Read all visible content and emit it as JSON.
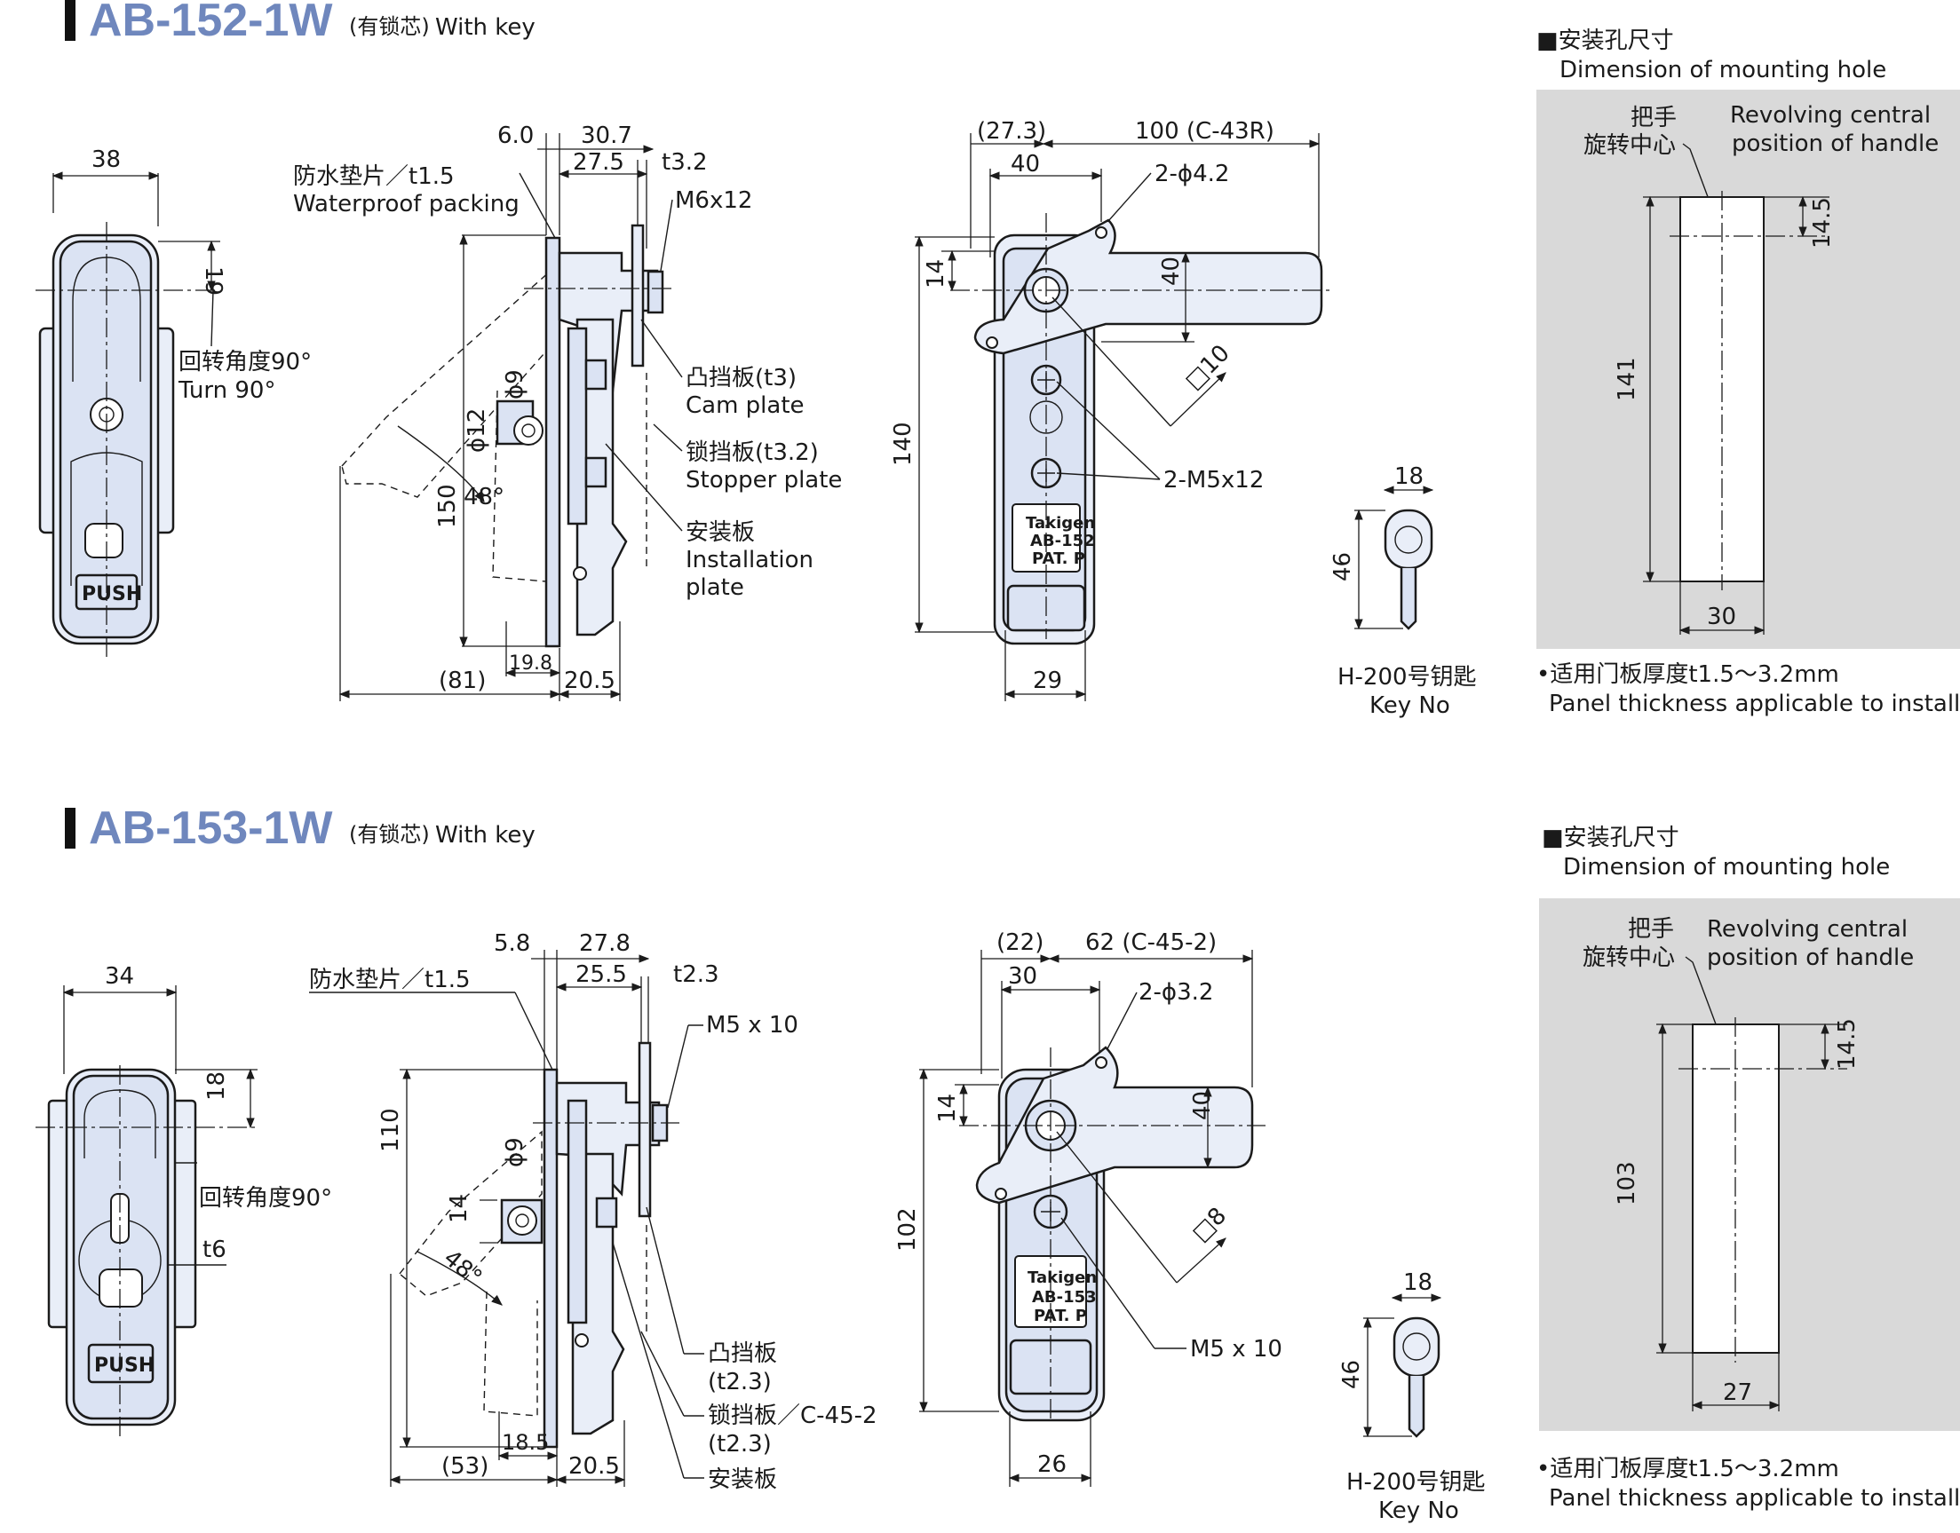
{
  "section1": {
    "model": "AB-152-1W",
    "model_note": "(有锁芯)",
    "with_key": "With key",
    "front": {
      "width": "38",
      "top_offset": "19",
      "turn_cn": "回转角度90°",
      "turn_en": "Turn 90°",
      "push": "PUSH"
    },
    "side": {
      "d1": "6.0",
      "d2": "30.7",
      "d3": "27.5",
      "d4": "t3.2",
      "packing_cn": "防水垫片／t1.5",
      "packing_en": "Waterproof packing",
      "screw": "M6x12",
      "cam_cn": "凸挡板(t3)",
      "cam_en": "Cam plate",
      "stopper_cn": "锁挡板(t3.2)",
      "stopper_en": "Stopper plate",
      "install_cn": "安装板",
      "install_en1": "Installation",
      "install_en2": "plate",
      "phi9": "ϕ9",
      "phi12": "ϕ12",
      "angle": "48°",
      "height": "150",
      "w19": "19.8",
      "w81": "(81)",
      "w20": "20.5"
    },
    "back": {
      "d273": "(27.3)",
      "d100": "100 (C-43R)",
      "d40": "40",
      "holes": "2-ϕ4.2",
      "d14": "14",
      "v40": "40",
      "sq": "□10",
      "screws": "2-M5x12",
      "h140": "140",
      "w29": "29",
      "label_brand": "Takigen",
      "label_model": "AB-152",
      "label_pat": "PAT. P"
    },
    "key": {
      "width": "18",
      "height": "46",
      "no_cn": "H-200号钥匙",
      "no_en": "Key No"
    },
    "mount": {
      "title_cn": "■安装孔尺寸",
      "title_en": "Dimension of mounting hole",
      "center_cn1": "把手",
      "center_cn2": "旋转中心",
      "center_en1": "Revolving central",
      "center_en2": "position of handle",
      "offset": "14.5",
      "height": "141",
      "width": "30",
      "note_cn": "•适用门板厚度t1.5～3.2mm",
      "note_en": "Panel thickness applicable to install"
    }
  },
  "section2": {
    "model": "AB-153-1W",
    "model_note": "(有锁芯)",
    "with_key": "With key",
    "front": {
      "width": "34",
      "top_offset": "18",
      "turn_cn": "回转角度90°",
      "t6": "t6",
      "push": "PUSH"
    },
    "side": {
      "d1": "5.8",
      "d2": "27.8",
      "d3": "25.5",
      "d4": "t2.3",
      "packing_cn": "防水垫片／t1.5",
      "screw": "M5 x 10",
      "cam_cn": "凸挡板",
      "cam_t": "(t2.3)",
      "stopper_cn": "锁挡板／C-45-2",
      "stopper_t": "(t2.3)",
      "install_cn": "安装板",
      "phi9": "ϕ9",
      "h14": "14",
      "angle": "48°",
      "height": "110",
      "w18": "18.5",
      "w53": "(53)",
      "w20": "20.5"
    },
    "back": {
      "d22": "(22)",
      "d62": "62 (C-45-2)",
      "d30": "30",
      "holes": "2-ϕ3.2",
      "d14": "14",
      "v40": "40",
      "sq": "□8",
      "screws": "M5 x 10",
      "h102": "102",
      "w26": "26",
      "label_brand": "Takigen",
      "label_model": "AB-153",
      "label_pat": "PAT. P"
    },
    "key": {
      "width": "18",
      "height": "46",
      "no_cn": "H-200号钥匙",
      "no_en": "Key No"
    },
    "mount": {
      "title_cn": "■安装孔尺寸",
      "title_en": "Dimension of mounting hole",
      "center_cn1": "把手",
      "center_cn2": "旋转中心",
      "center_en1": "Revolving central",
      "center_en2": "position of handle",
      "offset": "14.5",
      "height": "103",
      "width": "27",
      "note_cn": "•适用门板厚度t1.5～3.2mm",
      "note_en": "Panel thickness applicable to install"
    }
  }
}
